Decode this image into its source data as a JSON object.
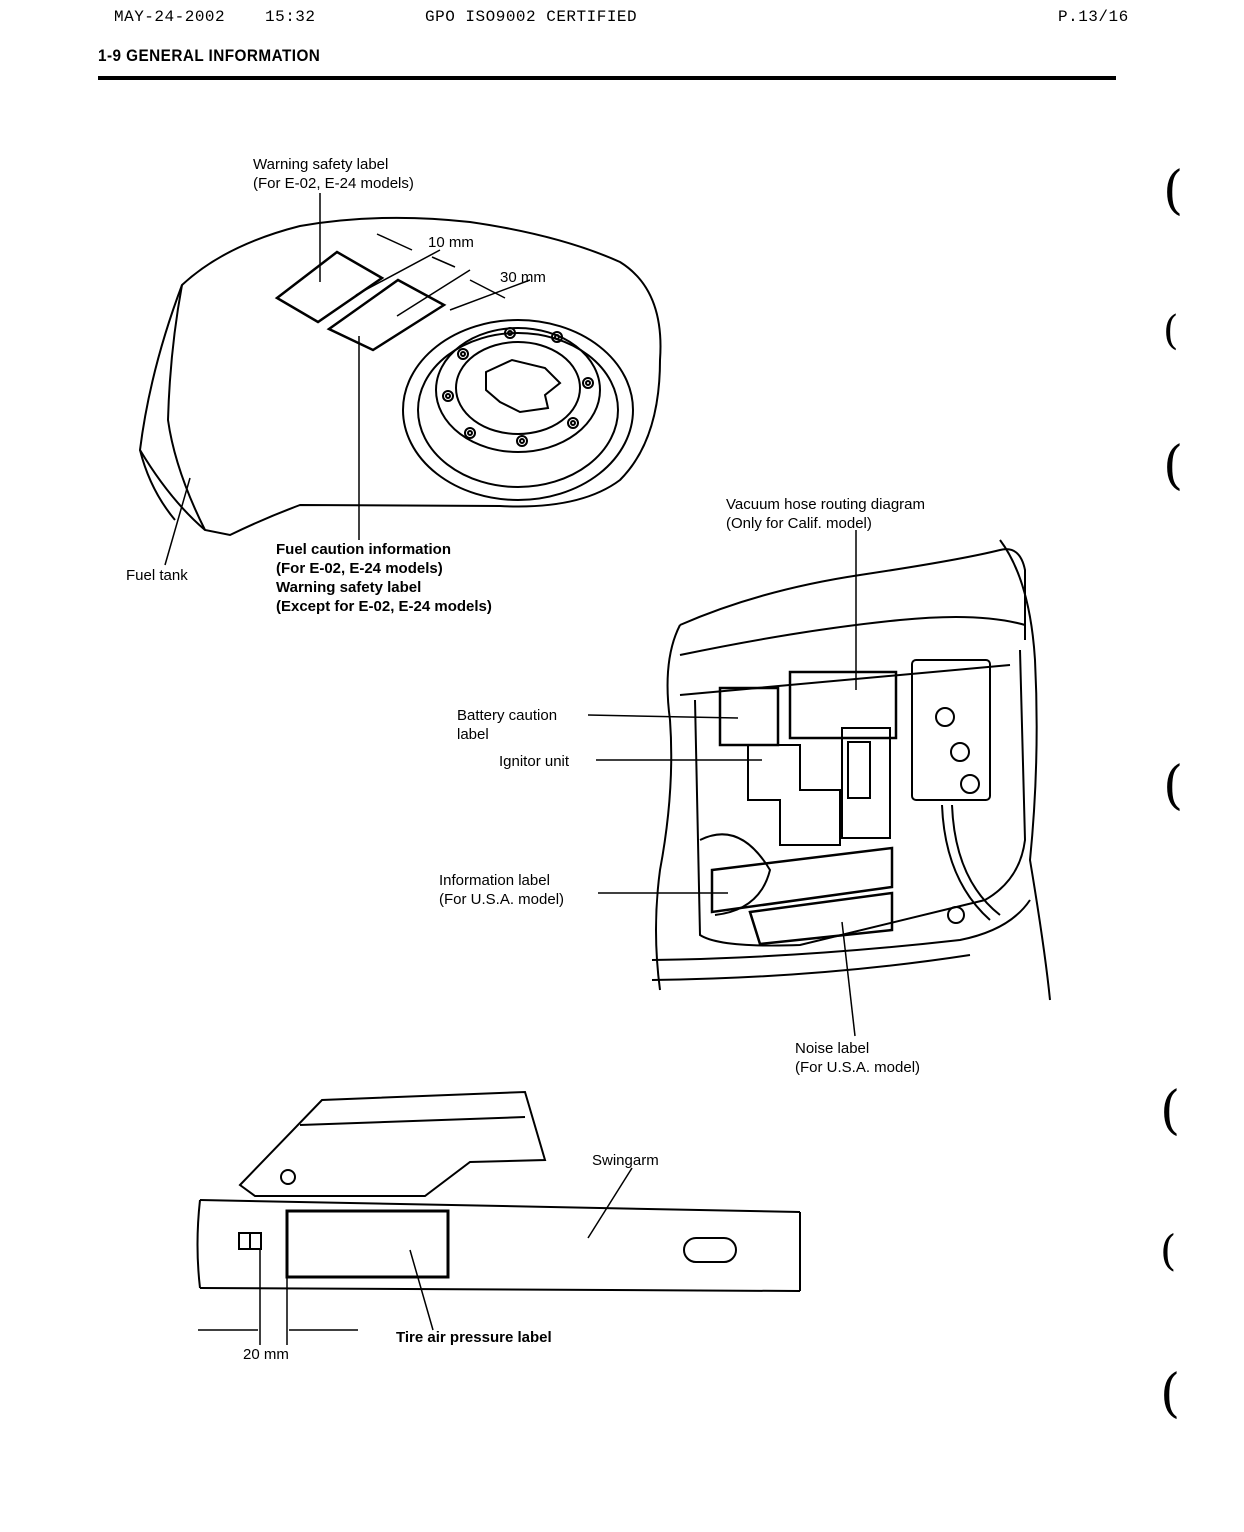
{
  "fax_header": {
    "date": "MAY-24-2002",
    "time": "15:32",
    "certification": "GPO ISO9002 CERTIFIED",
    "page": "P.13/16"
  },
  "section": {
    "title": "1-9 GENERAL INFORMATION"
  },
  "labels": {
    "warning_safety": [
      "Warning safety label",
      "(For E-02, E-24 models)"
    ],
    "dim_10mm": "10 mm",
    "dim_30mm": "30 mm",
    "fuel_tank": "Fuel tank",
    "fuel_caution": [
      "Fuel caution information",
      "(For E-02, E-24 models)",
      "Warning safety label",
      "(Except for E-02, E-24 models)"
    ],
    "vacuum_hose": [
      "Vacuum hose routing diagram",
      "(Only for Calif. model)"
    ],
    "battery_caution": [
      "Battery caution",
      "label"
    ],
    "ignitor_unit": "Ignitor unit",
    "information_label": [
      "Information label",
      "(For U.S.A. model)"
    ],
    "noise_label": [
      "Noise label",
      "(For U.S.A. model)"
    ],
    "swingarm": "Swingarm",
    "tire_air_pressure": "Tire air pressure label",
    "dim_20mm": "20 mm"
  }
}
